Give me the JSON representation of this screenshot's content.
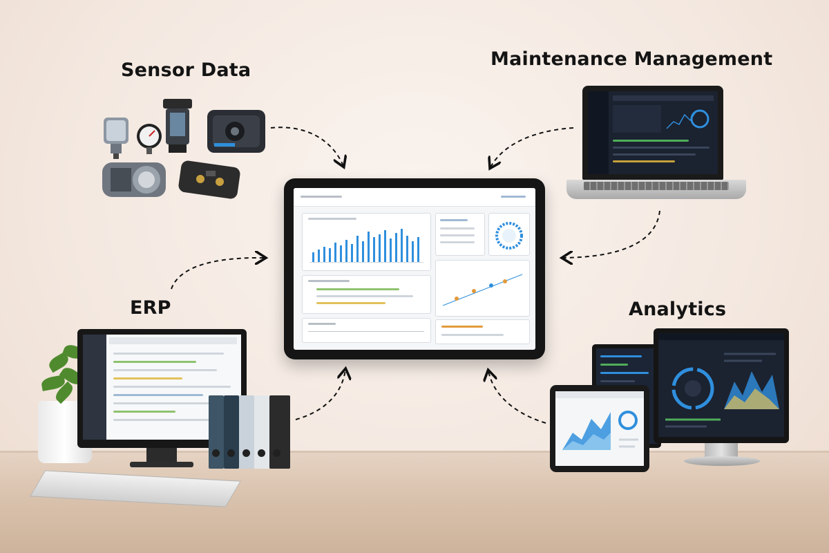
{
  "labels": {
    "sensor_data": "Sensor Data",
    "maintenance_management": "Maintenance Management",
    "erp": "ERP",
    "analytics": "Analytics"
  },
  "colors": {
    "background": "#f4e9e1",
    "text": "#141414",
    "accent_blue": "#2f8fdd",
    "desk": "#d9c2ad"
  },
  "icons": [
    "sensor-cluster",
    "laptop",
    "tablet-hub",
    "desktop-monitor",
    "analytics-monitors",
    "plant",
    "binders",
    "magazine"
  ]
}
